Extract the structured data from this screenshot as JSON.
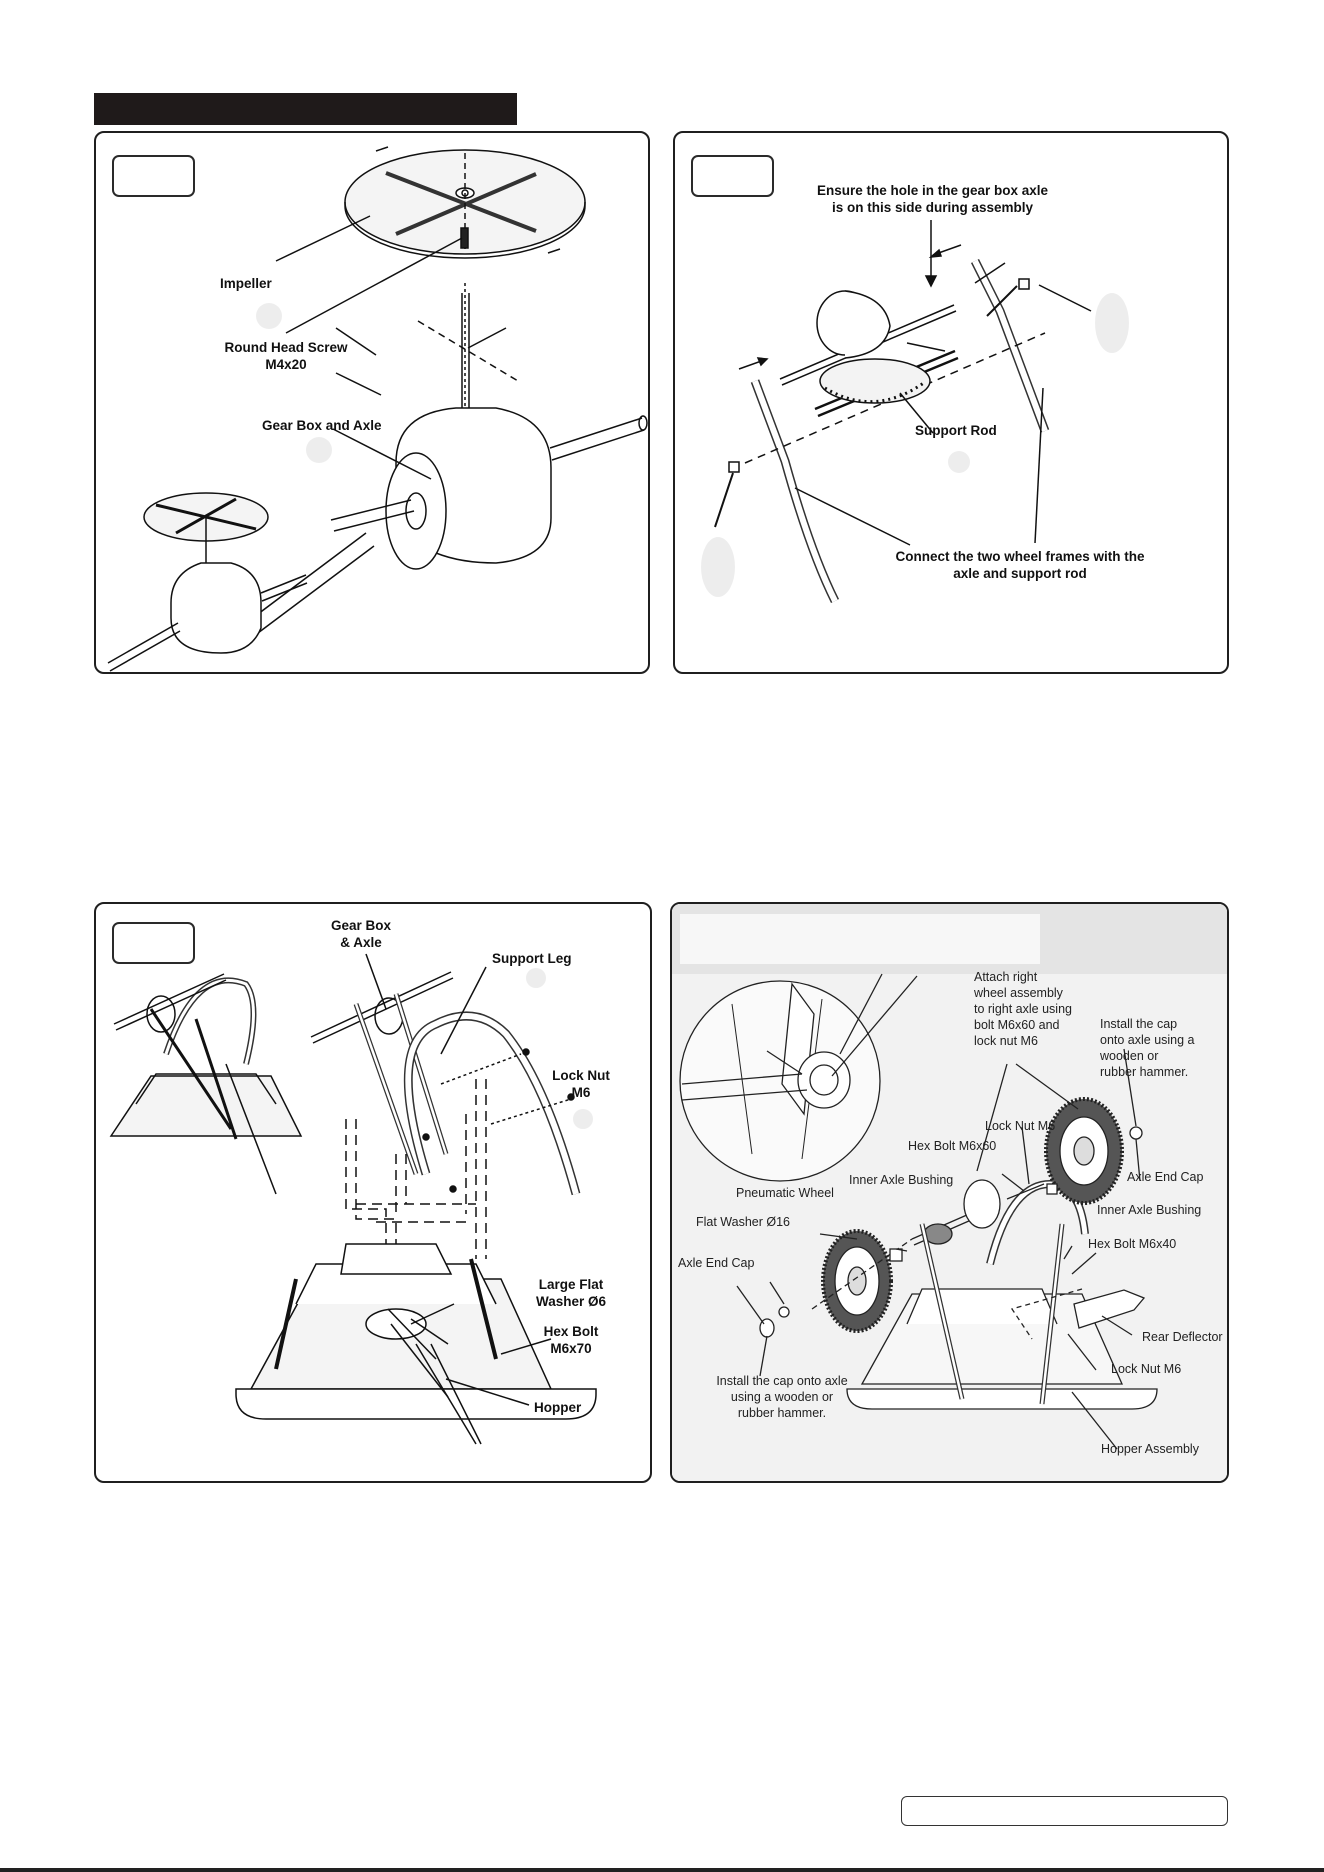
{
  "figures": {
    "fig1": {
      "labels": {
        "impeller": "Impeller",
        "screw_line1": "Round Head Screw",
        "screw_line2": "M4x20",
        "gearbox": "Gear Box and Axle"
      }
    },
    "fig2": {
      "labels": {
        "ensure_line1": "Ensure the hole in the gear box axle",
        "ensure_line2": "is on this side during assembly",
        "support_rod": "Support Rod",
        "connect_line1": "Connect the two wheel frames with the",
        "connect_line2": "axle and support rod"
      }
    },
    "fig3": {
      "labels": {
        "gearbox_line1": "Gear Box",
        "gearbox_line2": "& Axle",
        "support_leg": "Support Leg",
        "locknut_line1": "Lock Nut",
        "locknut_line2": "M6",
        "washer_line1": "Large Flat",
        "washer_line2": "Washer Ø6",
        "hexbolt_line1": "Hex Bolt",
        "hexbolt_line2": "M6x70",
        "hopper": "Hopper"
      }
    },
    "fig4": {
      "labels": {
        "attach_line1": "Attach right",
        "attach_line2": "wheel assembly",
        "attach_line3": "to right axle using",
        "attach_line4": "bolt M6x60 and",
        "attach_line5": "lock nut M6",
        "installcap_line1": "Install the cap",
        "installcap_line2": "onto axle using a",
        "installcap_line3": "wooden or",
        "installcap_line4": "rubber hammer.",
        "locknut_top": "Lock Nut M6",
        "hexbolt60": "Hex Bolt M6x60",
        "axle_end_cap_right": "Axle End Cap",
        "inner_bushing_mid": "Inner Axle Bushing",
        "inner_bushing_right": "Inner Axle Bushing",
        "pneumatic_wheel": "Pneumatic Wheel",
        "flat_washer": "Flat Washer Ø16",
        "axle_end_cap_left": "Axle End Cap",
        "hexbolt40": "Hex Bolt M6x40",
        "rear_deflector": "Rear Deflector",
        "locknut_bottom": "Lock Nut M6",
        "installcap2_line1": "Install the cap onto axle",
        "installcap2_line2": "using a wooden or",
        "installcap2_line3": "rubber hammer.",
        "hopper_assembly": "Hopper Assembly"
      }
    }
  }
}
